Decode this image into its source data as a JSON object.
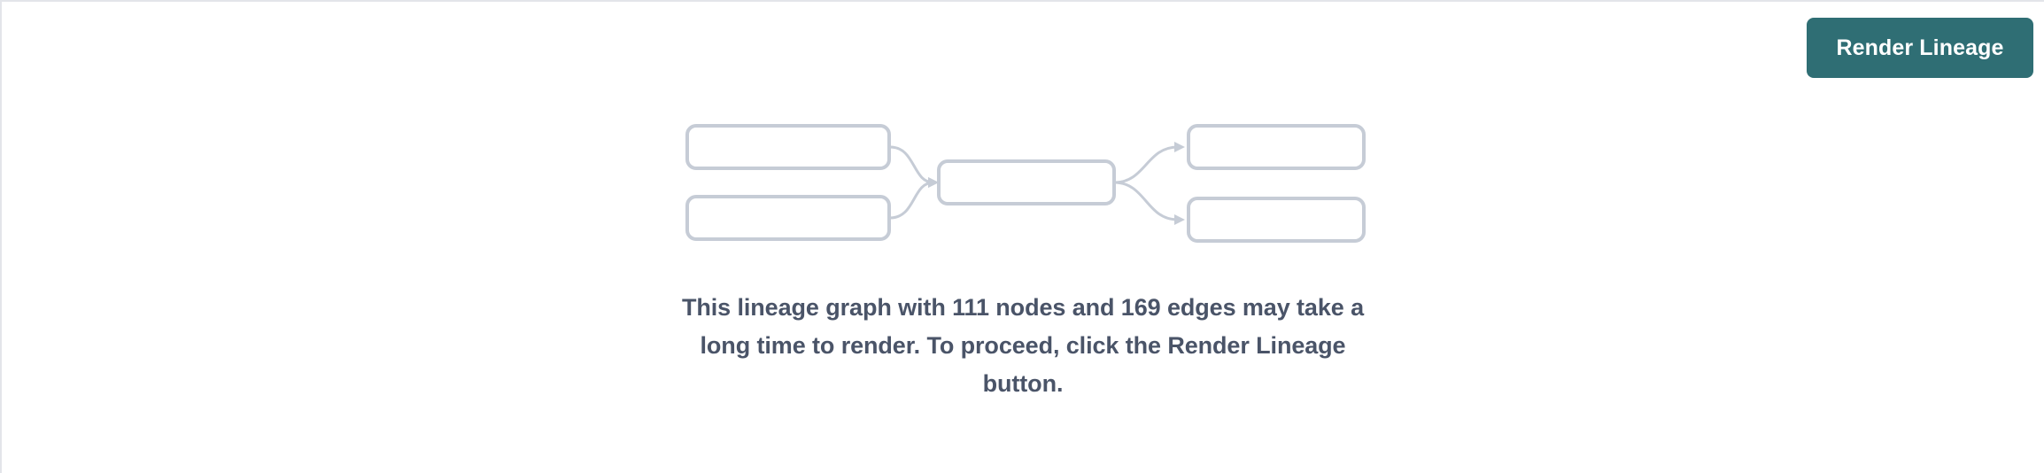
{
  "theme": {
    "page_background": "#ffffff",
    "border_color": "#e3e5ea",
    "button_background": "#2f6e74",
    "button_text_color": "#ffffff",
    "node_stroke": "#c6ccd6",
    "node_fill": "#ffffff",
    "edge_color": "#c6ccd6",
    "message_text_color": "#4a5468"
  },
  "toolbar": {
    "render_button_label": "Render Lineage"
  },
  "graph_placeholder": {
    "nodes": [
      {
        "id": "upstream-1",
        "label": ""
      },
      {
        "id": "upstream-2",
        "label": ""
      },
      {
        "id": "focus",
        "label": ""
      },
      {
        "id": "downstream-1",
        "label": ""
      },
      {
        "id": "downstream-2",
        "label": ""
      }
    ],
    "edges": [
      {
        "from": "upstream-1",
        "to": "focus"
      },
      {
        "from": "upstream-2",
        "to": "focus"
      },
      {
        "from": "focus",
        "to": "downstream-1"
      },
      {
        "from": "focus",
        "to": "downstream-2"
      }
    ]
  },
  "message": {
    "text": "This lineage graph with 111 nodes and 169 edges may take a long time to render. To proceed, click the Render Lineage button.",
    "node_count": "111",
    "edge_count": "169"
  }
}
